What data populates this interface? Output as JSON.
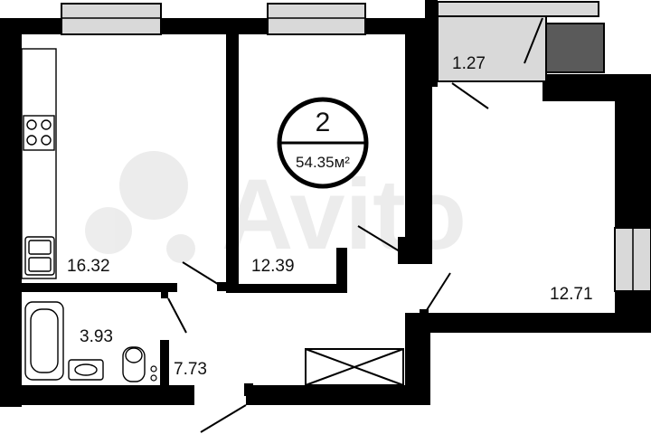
{
  "plan": {
    "room_count": "2",
    "total_area": "54.35м²",
    "rooms": [
      {
        "id": "kitchen",
        "area": "16.32"
      },
      {
        "id": "bedroom",
        "area": "12.39"
      },
      {
        "id": "living",
        "area": "12.71"
      },
      {
        "id": "bathroom",
        "area": "3.93"
      },
      {
        "id": "hallway",
        "area": "7.73"
      },
      {
        "id": "balcony",
        "area": "1.27"
      }
    ],
    "watermark": "Avito",
    "colors": {
      "wall": "#000000",
      "glass": "#d9d9d9",
      "balcony_block": "#5a5a5a"
    }
  }
}
